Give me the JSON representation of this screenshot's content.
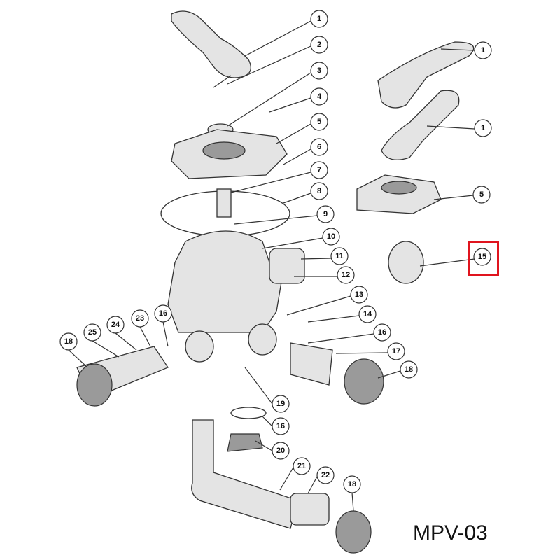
{
  "title": "MPV-03",
  "highlight_color": "#e0141e",
  "highlighted_callout": "15",
  "callouts": [
    {
      "label": "1"
    },
    {
      "label": "2"
    },
    {
      "label": "3"
    },
    {
      "label": "4"
    },
    {
      "label": "5"
    },
    {
      "label": "6"
    },
    {
      "label": "7"
    },
    {
      "label": "8"
    },
    {
      "label": "9"
    },
    {
      "label": "10"
    },
    {
      "label": "11"
    },
    {
      "label": "12"
    },
    {
      "label": "13"
    },
    {
      "label": "14"
    },
    {
      "label": "16"
    },
    {
      "label": "17"
    },
    {
      "label": "18"
    },
    {
      "label": "1"
    },
    {
      "label": "1"
    },
    {
      "label": "5"
    },
    {
      "label": "15"
    },
    {
      "label": "18"
    },
    {
      "label": "25"
    },
    {
      "label": "24"
    },
    {
      "label": "23"
    },
    {
      "label": "16"
    },
    {
      "label": "19"
    },
    {
      "label": "16"
    },
    {
      "label": "20"
    },
    {
      "label": "21"
    },
    {
      "label": "22"
    },
    {
      "label": "18"
    }
  ]
}
